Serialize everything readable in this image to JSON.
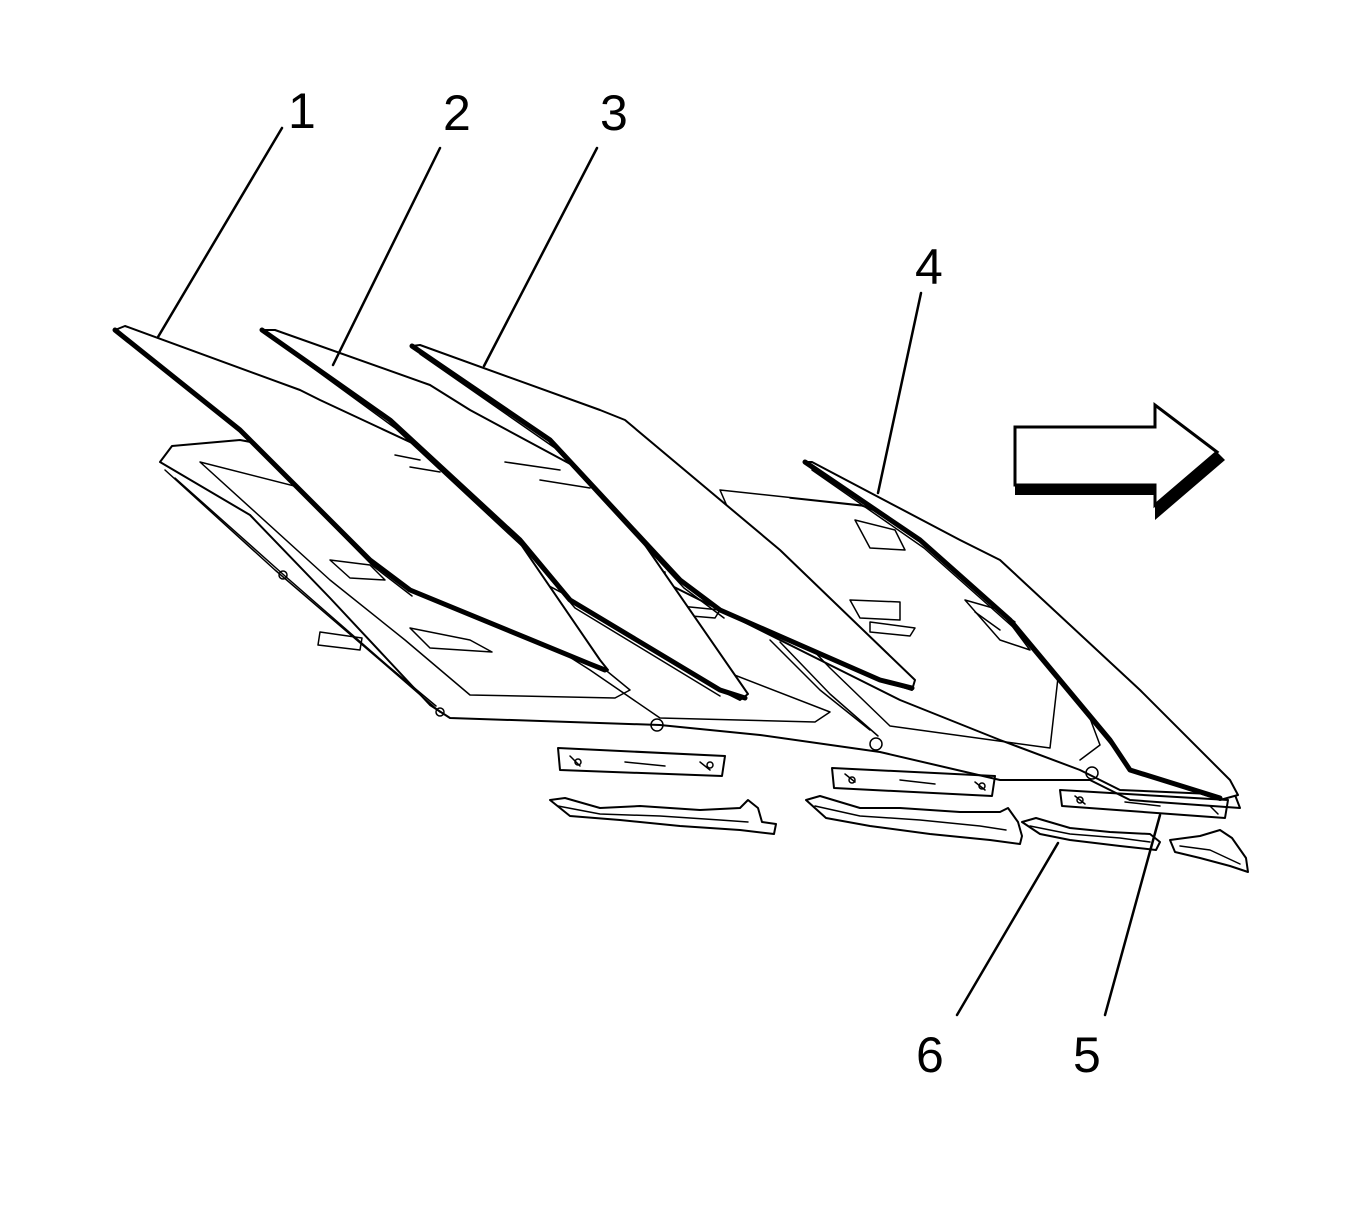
{
  "diagram": {
    "callouts": [
      {
        "id": "1",
        "label": "1"
      },
      {
        "id": "2",
        "label": "2"
      },
      {
        "id": "3",
        "label": "3"
      },
      {
        "id": "4",
        "label": "4"
      },
      {
        "id": "5",
        "label": "5"
      },
      {
        "id": "6",
        "label": "6"
      }
    ],
    "icons": [
      "direction-arrow-icon"
    ],
    "colors": {
      "line": "#000000",
      "background": "#ffffff"
    }
  }
}
